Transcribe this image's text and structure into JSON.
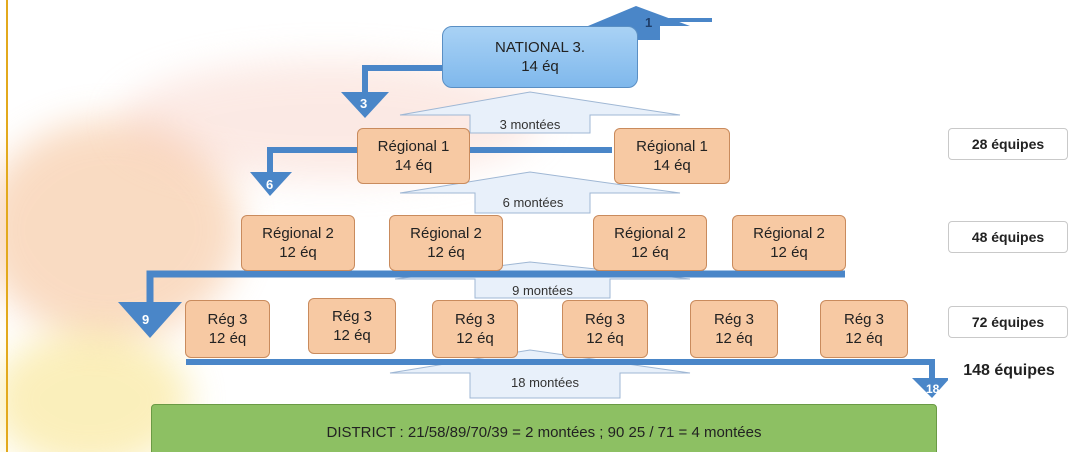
{
  "national": {
    "name": "NATIONAL 3.",
    "teams": "14 éq"
  },
  "regional1": [
    {
      "name": "Régional 1",
      "teams": "14 éq"
    },
    {
      "name": "Régional 1",
      "teams": "14 éq"
    }
  ],
  "regional2": [
    {
      "name": "Régional 2",
      "teams": "12 éq"
    },
    {
      "name": "Régional 2",
      "teams": "12 éq"
    },
    {
      "name": "Régional 2",
      "teams": "12 éq"
    },
    {
      "name": "Régional 2",
      "teams": "12 éq"
    }
  ],
  "regional3": [
    {
      "name": "Rég 3",
      "teams": "12 éq"
    },
    {
      "name": "Rég 3",
      "teams": "12 éq"
    },
    {
      "name": "Rég 3",
      "teams": "12 éq"
    },
    {
      "name": "Rég 3",
      "teams": "12 éq"
    },
    {
      "name": "Rég 3",
      "teams": "12 éq"
    },
    {
      "name": "Rég 3",
      "teams": "12 éq"
    }
  ],
  "district": "DISTRICT :  21/58/89/70/39 = 2 montées ; 90 25 / 71 =  4 montées",
  "promotions": {
    "to_national": "3 montées",
    "to_r1": "6 montées",
    "to_r2": "9 montées",
    "to_r3": "18 montées"
  },
  "relegations": {
    "from_national_up": "1",
    "from_national": "3",
    "from_r1": "6",
    "from_r2": "9",
    "from_r3": "18"
  },
  "totals": {
    "r1": "28 équipes",
    "r2": "48 équipes",
    "r3": "72 équipes",
    "all": "148 équipes"
  },
  "colors": {
    "national_fill": "#8ec3f0",
    "regional_fill": "#f7c9a3",
    "district_fill": "#8dc063",
    "arrow_blue": "#4a86c8",
    "promotion_arrow": "#e6eef8"
  }
}
